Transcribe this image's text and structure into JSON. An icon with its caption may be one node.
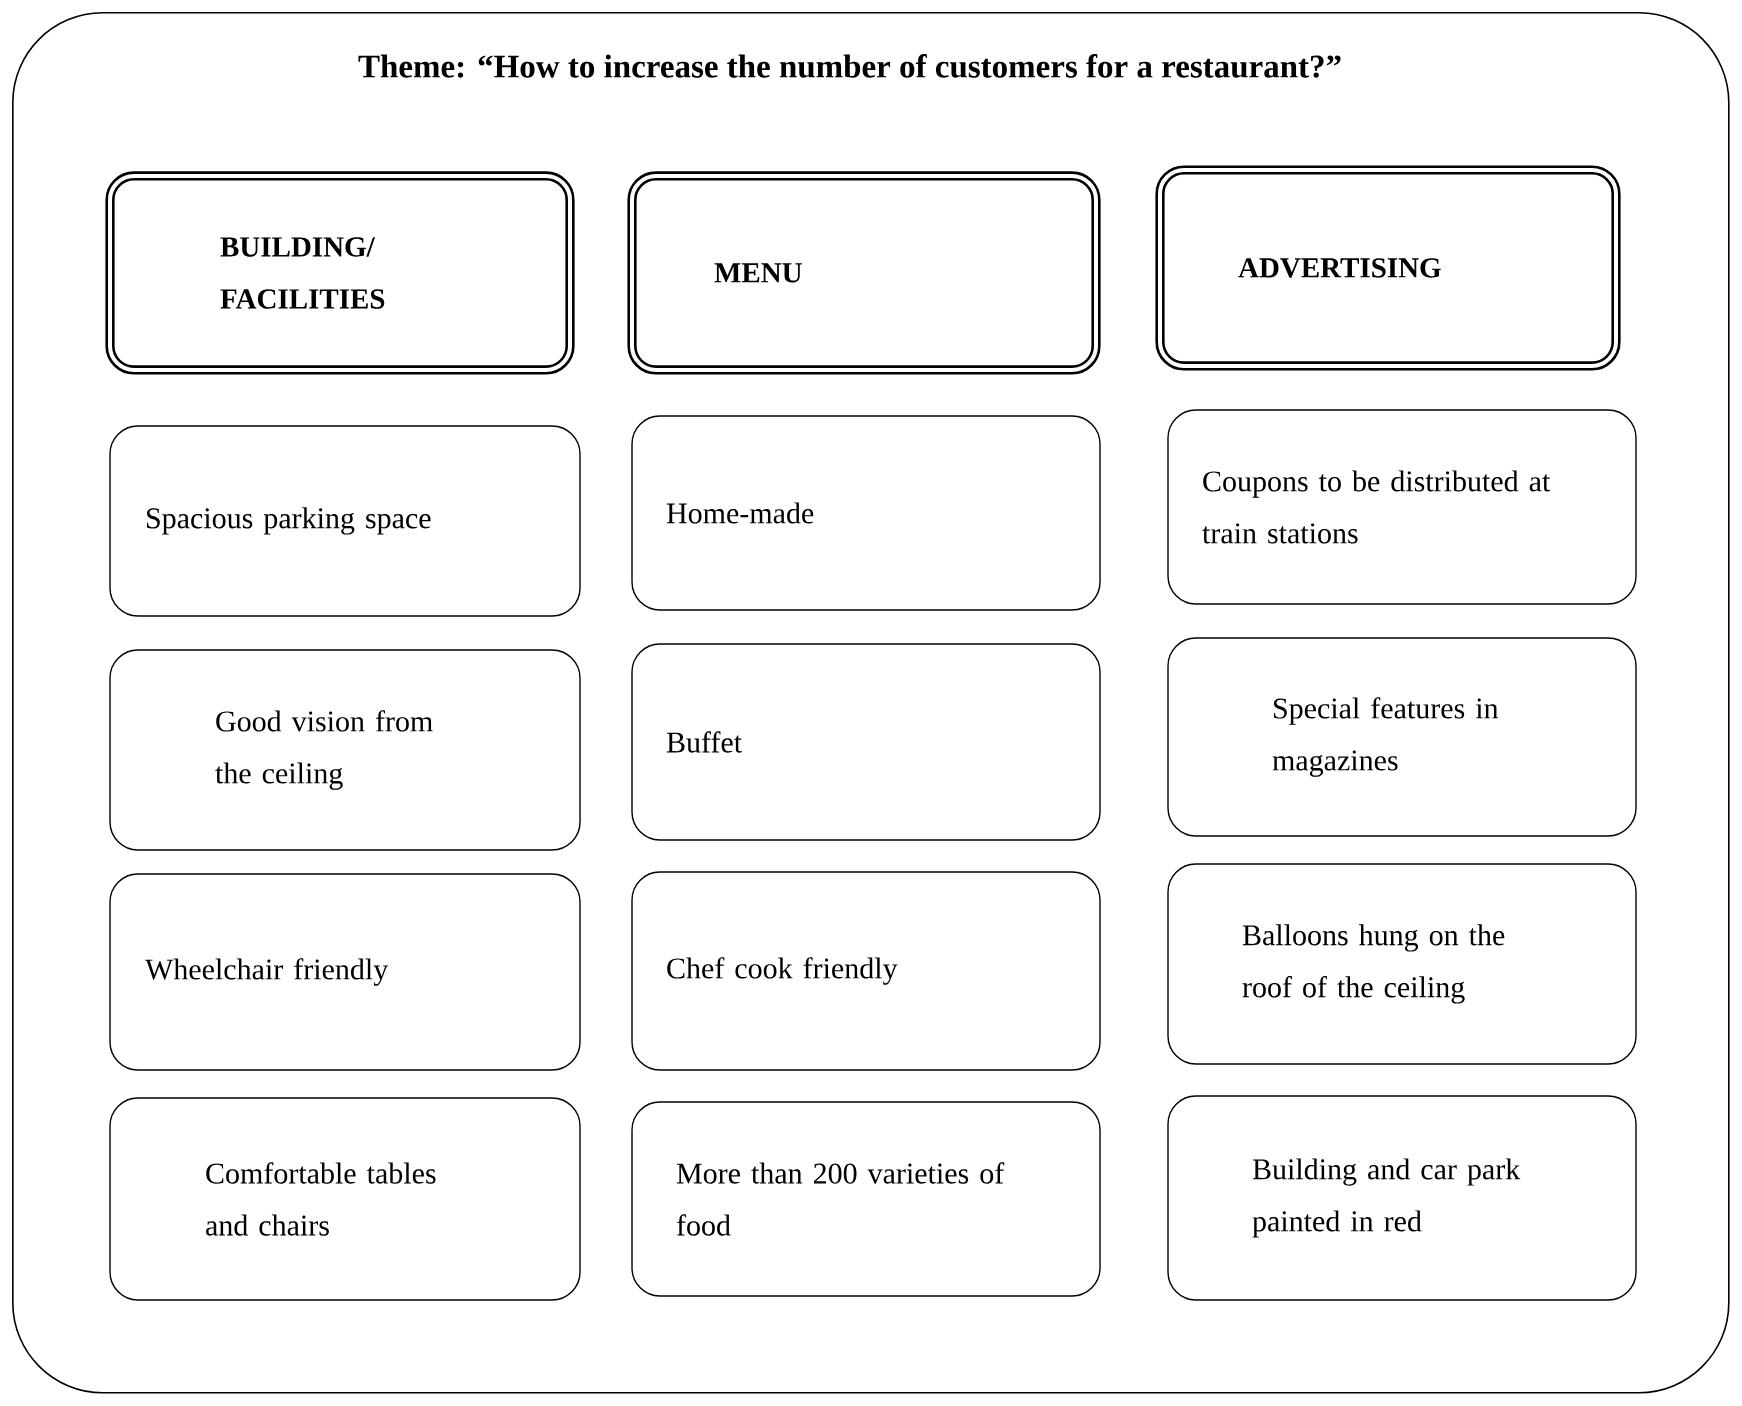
{
  "diagram": {
    "nodes": [
      {
        "text": [
          "Theme: “How to increase the number of customers for a restaurant?”"
        ]
      },
      {
        "text": [
          "BUILDING/ FACILITIES"
        ],
        "in": 0
      },
      {
        "text": [
          "MENU"
        ],
        "in": 0
      },
      {
        "text": [
          "ADVERTISING"
        ],
        "in": 0
      },
      {
        "text": [
          "Spacious parking space"
        ],
        "in": 0
      },
      {
        "text": [
          "Home-made"
        ],
        "in": 0
      },
      {
        "text": [
          "Coupons to be distributed at train stations"
        ],
        "in": 0
      },
      {
        "text": [
          "Good vision from the ceiling"
        ],
        "in": 0
      },
      {
        "text": [
          "Buffet"
        ],
        "in": 0
      },
      {
        "text": [
          "Special features in magazines"
        ],
        "in": 0
      },
      {
        "text": [
          "Wheelchair friendly"
        ],
        "in": 0
      },
      {
        "text": [
          "Chef cook friendly"
        ],
        "in": 0
      },
      {
        "text": [
          "Balloons hung on the roof of the ceiling"
        ],
        "in": 0
      },
      {
        "text": [
          "Comfortable tables and chairs"
        ],
        "in": 0
      },
      {
        "text": [
          "More than 200 varieties of food"
        ],
        "in": 0
      },
      {
        "text": [
          "Building and car park painted in red"
        ],
        "in": 0
      }
    ]
  }
}
